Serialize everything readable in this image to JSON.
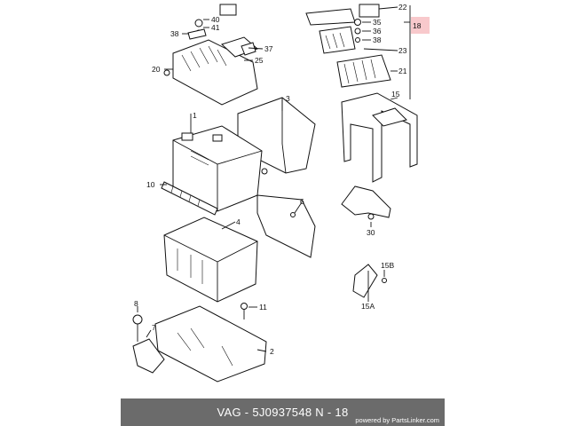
{
  "diagram": {
    "callouts": {
      "c1": "1",
      "c2": "2",
      "c3": "3",
      "c4": "4",
      "c6": "6",
      "c7": "7",
      "c8": "8",
      "c10": "10",
      "c11": "11",
      "c15": "15",
      "c15a": "15A",
      "c15b": "15B",
      "c18": "18",
      "c20": "20",
      "c21": "21",
      "c22": "22",
      "c23": "23",
      "c25": "25",
      "c30": "30",
      "c35": "35",
      "c36": "36",
      "c37": "37",
      "c38a": "38",
      "c38b": "38",
      "c40": "40",
      "c41": "41"
    },
    "highlight_color": "#f8c9cc"
  },
  "footer": {
    "part_label": "VAG - 5J0937548     N - 18",
    "powered_by": "powered by PartsLinker.com"
  }
}
